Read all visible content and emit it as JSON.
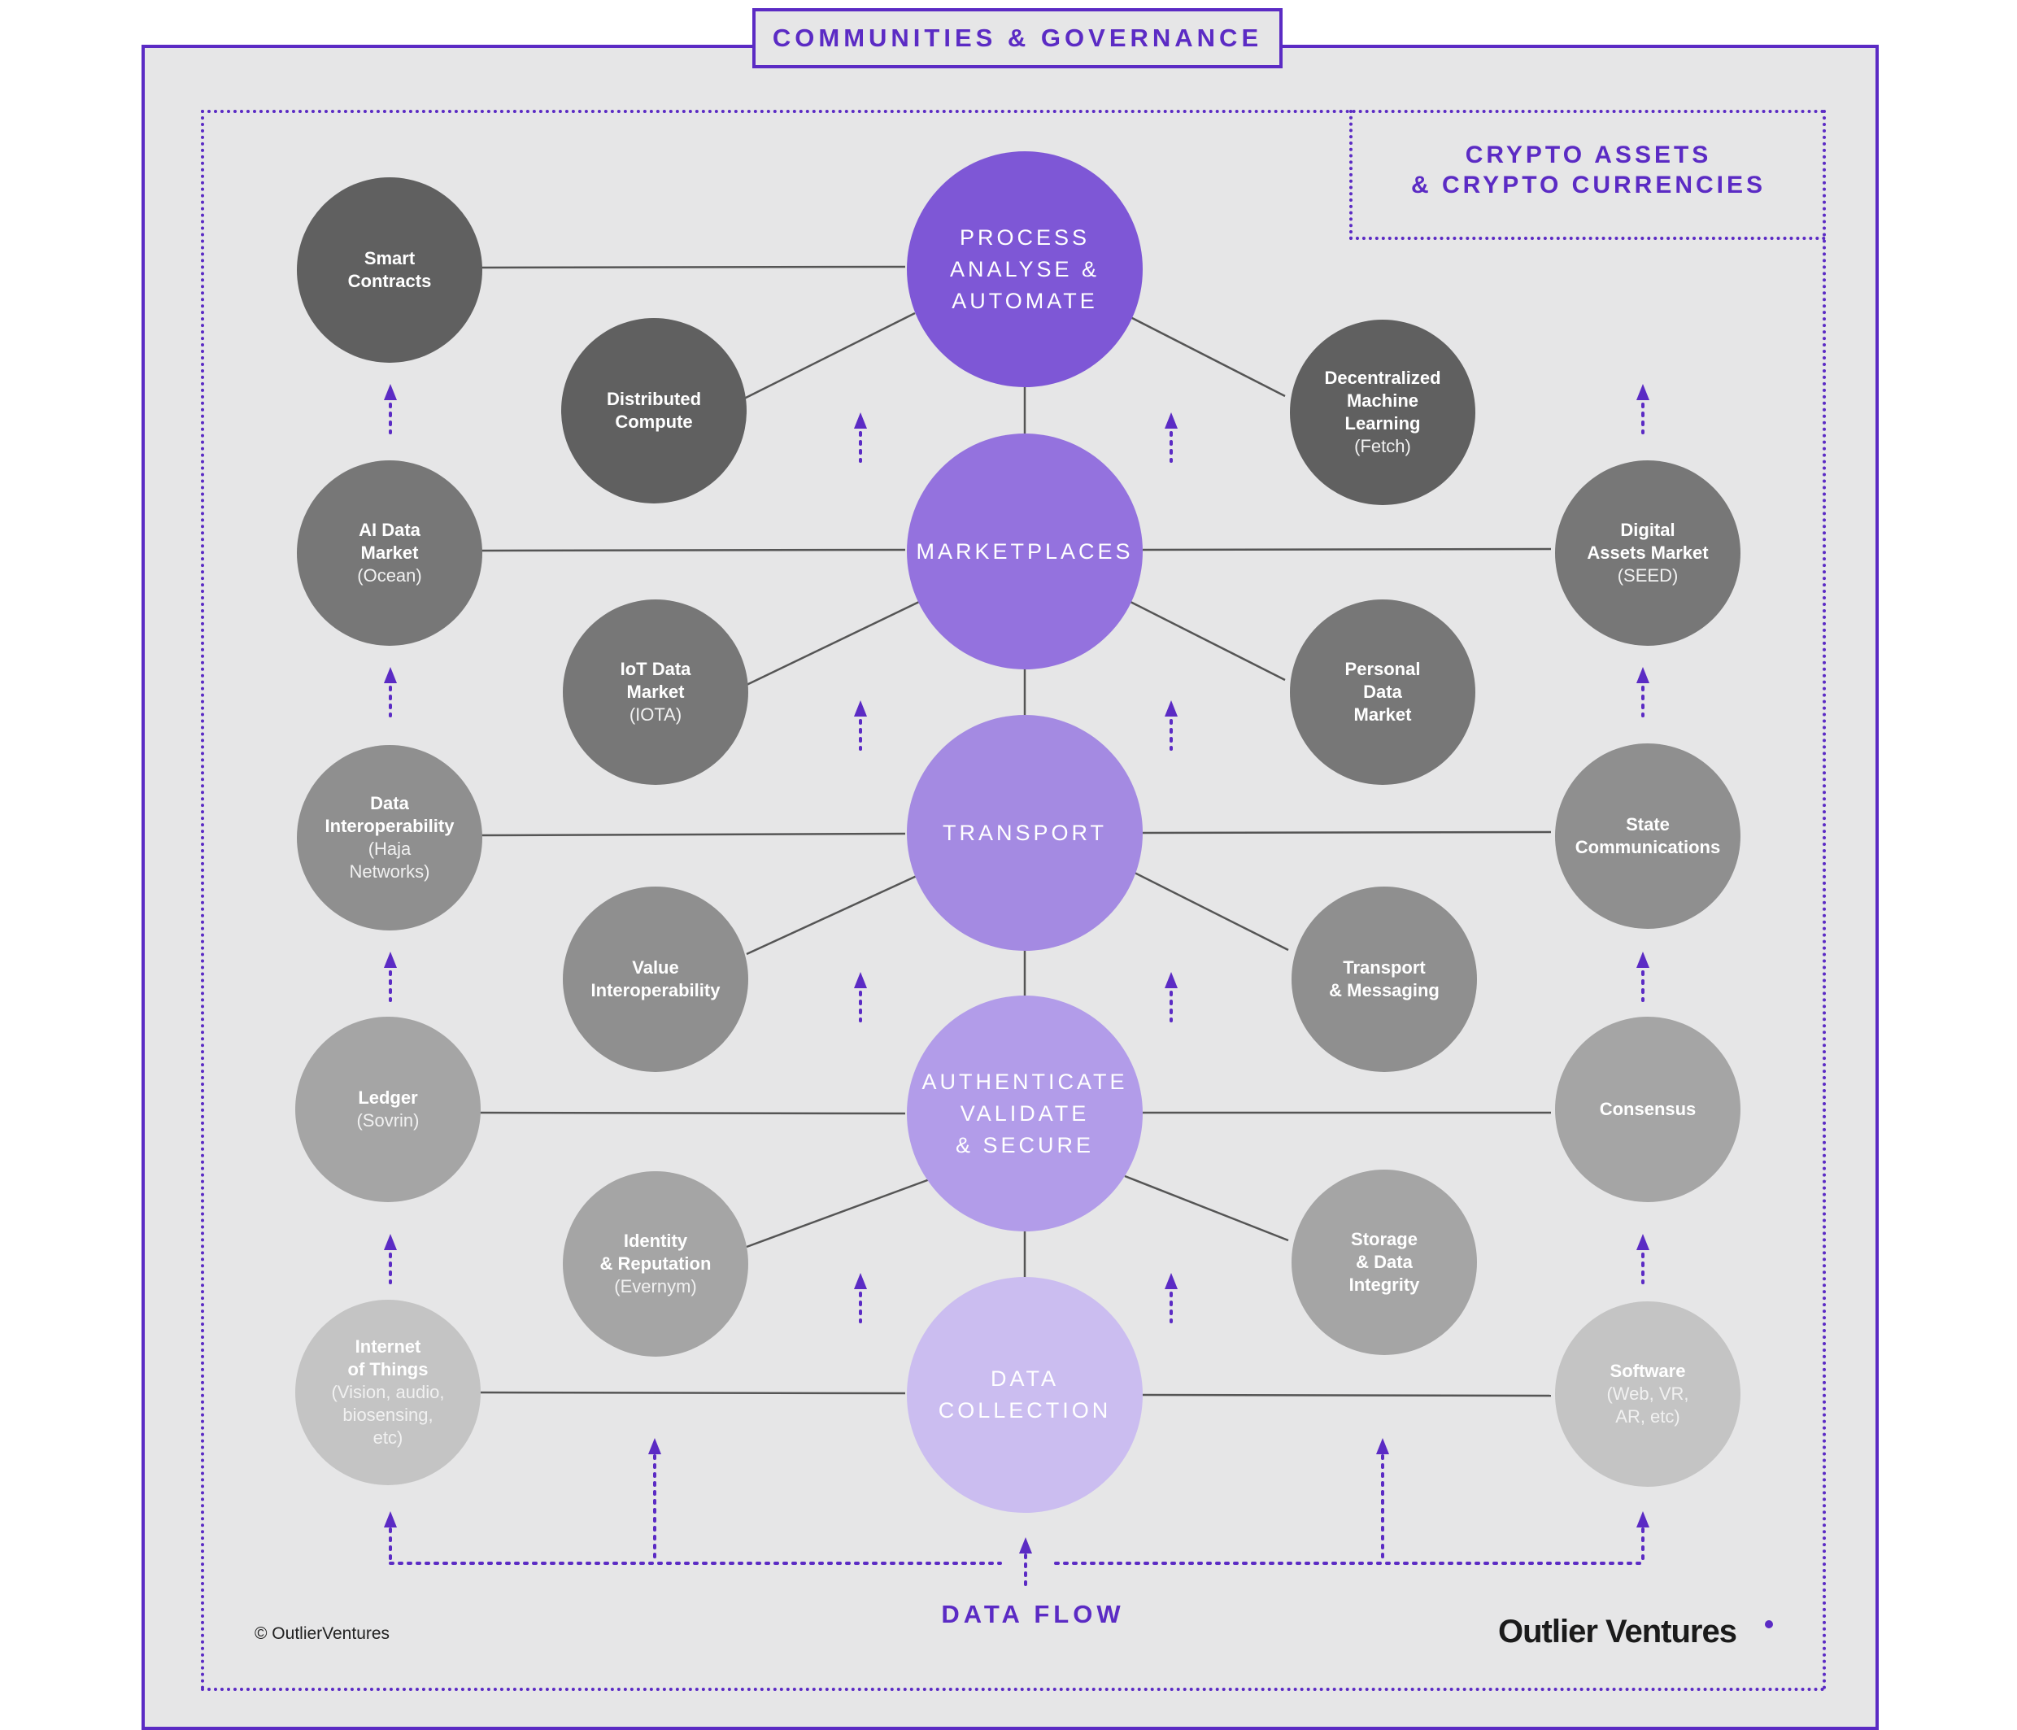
{
  "header": {
    "title": "COMMUNITIES & GOVERNANCE"
  },
  "crypto_label": "CRYPTO ASSETS\n& CRYPTO CURRENCIES",
  "data_flow_label": "DATA FLOW",
  "copyright": "© OutlierVentures",
  "brand": "Outlier Ventures",
  "colors": {
    "accent": "#5b2bc4",
    "frame_bg": "#e6e6e7",
    "center_process": "#7e57d6",
    "center_marketplaces": "#9472de",
    "center_transport": "#a48ae2",
    "center_authenticate": "#b29ce9",
    "center_data": "#cbbdf0",
    "tier1": "#606060",
    "tier2": "#777777",
    "tier3": "#8f8f8f",
    "tier4": "#a5a5a5",
    "tier5": "#c4c4c4"
  },
  "centers": [
    {
      "label": "PROCESS\nANALYSE &\nAUTOMATE"
    },
    {
      "label": "MARKETPLACES"
    },
    {
      "label": "TRANSPORT"
    },
    {
      "label": "AUTHENTICATE\nVALIDATE\n& SECURE"
    },
    {
      "label": "DATA\nCOLLECTION"
    }
  ],
  "satellites": {
    "smart_contracts": {
      "label": "Smart\nContracts",
      "sub": ""
    },
    "distributed_compute": {
      "label": "Distributed\nCompute",
      "sub": ""
    },
    "decentralized_ml": {
      "label": "Decentralized\nMachine\nLearning",
      "sub": "(Fetch)"
    },
    "ai_data_market": {
      "label": "AI Data\nMarket",
      "sub": "(Ocean)"
    },
    "iot_data_market": {
      "label": "IoT Data\nMarket",
      "sub": "(IOTA)"
    },
    "personal_data_market": {
      "label": "Personal\nData\nMarket",
      "sub": ""
    },
    "digital_assets_market": {
      "label": "Digital\nAssets Market",
      "sub": "(SEED)"
    },
    "data_interoperability": {
      "label": "Data\nInteroperability",
      "sub": "(Haja\nNetworks)"
    },
    "value_interoperability": {
      "label": "Value\nInteroperability",
      "sub": ""
    },
    "transport_messaging": {
      "label": "Transport\n& Messaging",
      "sub": ""
    },
    "state_communications": {
      "label": "State\nCommunications",
      "sub": ""
    },
    "ledger": {
      "label": "Ledger",
      "sub": "(Sovrin)"
    },
    "identity_reputation": {
      "label": "Identity\n& Reputation",
      "sub": "(Evernym)"
    },
    "storage_integrity": {
      "label": "Storage\n& Data\nIntegrity",
      "sub": ""
    },
    "consensus": {
      "label": "Consensus",
      "sub": ""
    },
    "internet_of_things": {
      "label": "Internet\nof Things",
      "sub": "(Vision, audio,\nbiosensing,\netc)"
    },
    "software": {
      "label": "Software",
      "sub": "(Web, VR,\nAR, etc)"
    }
  }
}
